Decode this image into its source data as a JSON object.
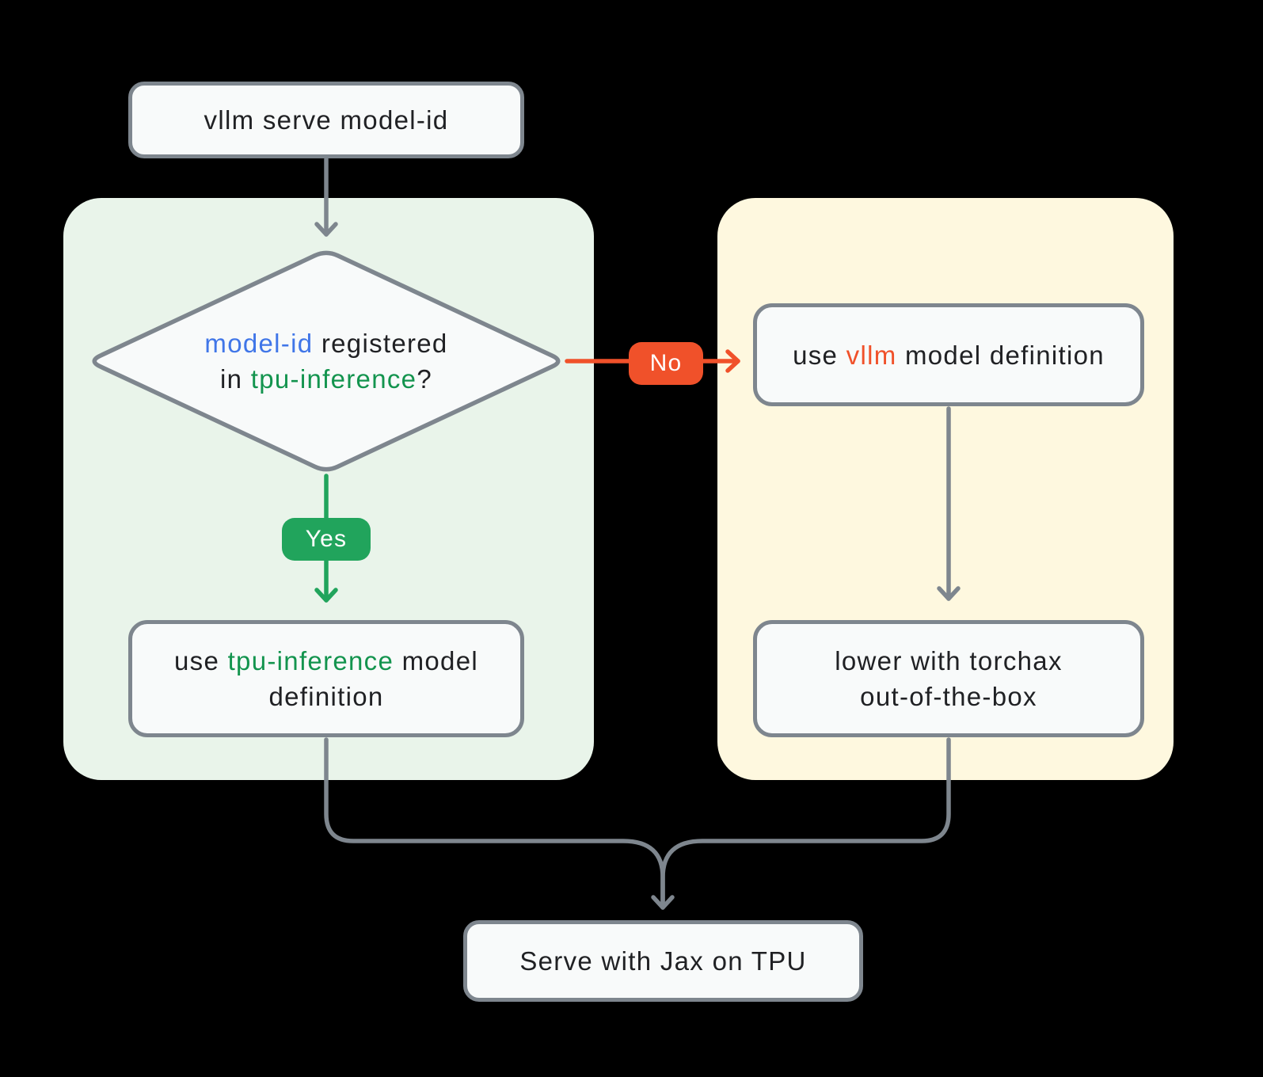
{
  "diagram": {
    "type": "flowchart",
    "background": "#000000",
    "colors": {
      "panel_green": "#E9F4EA",
      "panel_yellow": "#FEF8DF",
      "node_fill": "#F8FAFA",
      "node_border_gray": "#7E868E",
      "edge_gray": "#7E868E",
      "text_dark": "#202124",
      "blue": "#4076E8",
      "green": "#13944E",
      "green_badge": "#21A45C",
      "orange": "#F0512A",
      "badge_text": "#FFFFFF"
    },
    "nodes": {
      "start": {
        "label": "vllm serve model-id"
      },
      "decision": {
        "lines": [
          [
            {
              "t": "model-id",
              "c": "blue"
            },
            {
              "t": " registered",
              "c": "text_dark"
            }
          ],
          [
            {
              "t": "in ",
              "c": "text_dark"
            },
            {
              "t": "tpu-inference",
              "c": "green"
            },
            {
              "t": "?",
              "c": "text_dark"
            }
          ]
        ]
      },
      "tpu_result": {
        "lines": [
          [
            {
              "t": "use ",
              "c": "text_dark"
            },
            {
              "t": "tpu-inference",
              "c": "green"
            },
            {
              "t": " model",
              "c": "text_dark"
            }
          ],
          [
            {
              "t": "definition",
              "c": "text_dark"
            }
          ]
        ]
      },
      "vllm_result": {
        "lines": [
          [
            {
              "t": "use ",
              "c": "text_dark"
            },
            {
              "t": "vllm",
              "c": "orange"
            },
            {
              "t": " model definition",
              "c": "text_dark"
            }
          ]
        ]
      },
      "torchax": {
        "lines": [
          [
            {
              "t": "lower with torchax",
              "c": "text_dark"
            }
          ],
          [
            {
              "t": "out-of-the-box",
              "c": "text_dark"
            }
          ]
        ]
      },
      "serve": {
        "label": "Serve with Jax on TPU"
      }
    },
    "edges": {
      "yes_label": "Yes",
      "no_label": "No"
    }
  }
}
